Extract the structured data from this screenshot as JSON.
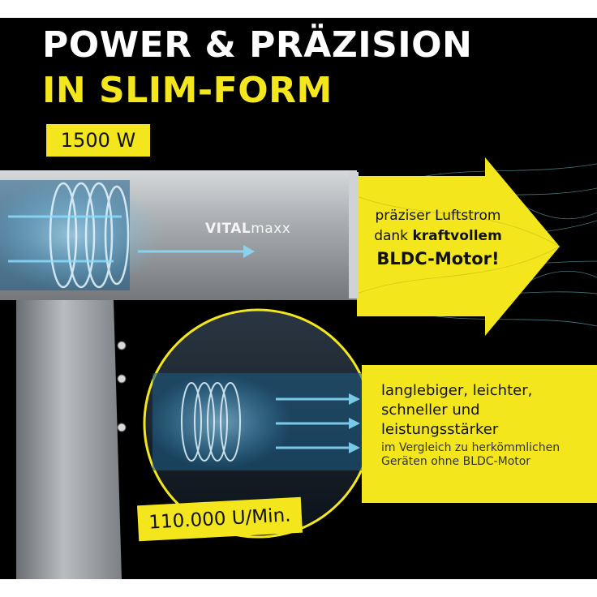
{
  "headline": {
    "line1": "POWER & PRÄZISION",
    "line2": "IN SLIM-FORM"
  },
  "power_badge": "1500 W",
  "brand": {
    "part1": "VITAL",
    "part2": "maxx"
  },
  "airflow_callout": {
    "line1": "präziser Luftstrom",
    "line2_prefix": "dank ",
    "line2_bold": "kraftvollem",
    "line3": "BLDC-Motor!"
  },
  "motor_callout": {
    "line1": "langlebiger, leichter,",
    "line2": "schneller und",
    "line3": "leistungsstärker",
    "note1": "im Vergleich zu herkömmlichen",
    "note2": "Geräten ohne BLDC-Motor"
  },
  "rpm_badge": "110.000 U/Min.",
  "colors": {
    "accent_yellow": "#f4e61d",
    "background": "#000000",
    "device_silver": "#a9adb2",
    "airflow_blue": "#4fc3f7"
  }
}
